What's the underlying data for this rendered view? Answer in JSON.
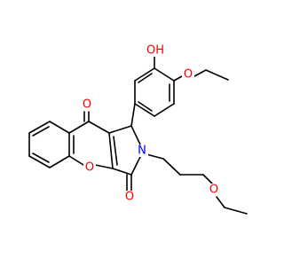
{
  "diagram": {
    "type": "chemical-structure",
    "background": "#ffffff",
    "bond_color": "#000000",
    "atom_labels": [
      {
        "id": "hydroxyl-oxygen",
        "text": "OH",
        "color": "#ff0000"
      },
      {
        "id": "ether-oxygen-aryl",
        "text": "O",
        "color": "#ff0000"
      },
      {
        "id": "carbonyl-oxygen-top",
        "text": "O",
        "color": "#ff0000"
      },
      {
        "id": "chromene-ring-oxygen",
        "text": "O",
        "color": "#ff0000"
      },
      {
        "id": "carbonyl-oxygen-bottom",
        "text": "O",
        "color": "#ff0000"
      },
      {
        "id": "pyrrole-nitrogen",
        "text": "N",
        "color": "#0000ff"
      },
      {
        "id": "ether-oxygen-chain",
        "text": "O",
        "color": "#ff0000"
      }
    ]
  }
}
